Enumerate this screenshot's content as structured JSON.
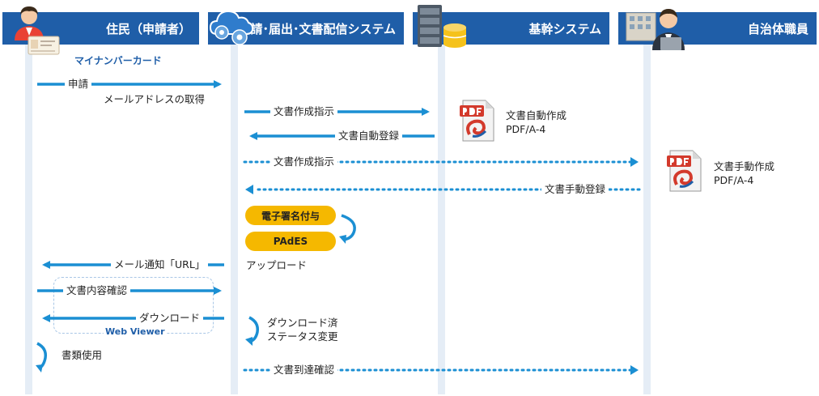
{
  "lanes": [
    {
      "label": "住民（申請者）"
    },
    {
      "label": "申請･届出･文書配信システム"
    },
    {
      "label": "基幹システム"
    },
    {
      "label": "自治体職員"
    }
  ],
  "colors": {
    "header": "#1f5ea8",
    "arrow": "#1b8fd3",
    "pill": "#f5b800",
    "lifeline": "#e5edf6"
  },
  "icons": {
    "resident": "person-icon",
    "system": "cloud-gear-icon",
    "core": "server-database-icon",
    "staff": "office-worker-icon",
    "card": "id-card-icon",
    "pdf": "pdf-document-icon"
  },
  "card_label": "マイナンバーカード",
  "messages": {
    "apply": "申請",
    "get_email": "メールアドレスの取得",
    "doc_instruct_1": "文書作成指示",
    "doc_auto_register": "文書自動登録",
    "doc_instruct_2": "文書作成指示",
    "doc_manual_register": "文書手動登録",
    "email_url": "メール通知「URL」",
    "doc_confirm": "文書内容確認",
    "download": "ダウンロード",
    "doc_use": "書類使用",
    "doc_arrival": "文書到達確認"
  },
  "notes": {
    "auto_create": "文書自動作成",
    "auto_format": "PDF/A-4",
    "manual_create": "文書手動作成",
    "manual_format": "PDF/A-4",
    "upload": "アップロード",
    "download_done_1": "ダウンロード済",
    "download_done_2": "ステータス変更"
  },
  "pills": {
    "sign": "電子署名付与",
    "pades": "PAdES"
  },
  "web_viewer": "Web Viewer"
}
